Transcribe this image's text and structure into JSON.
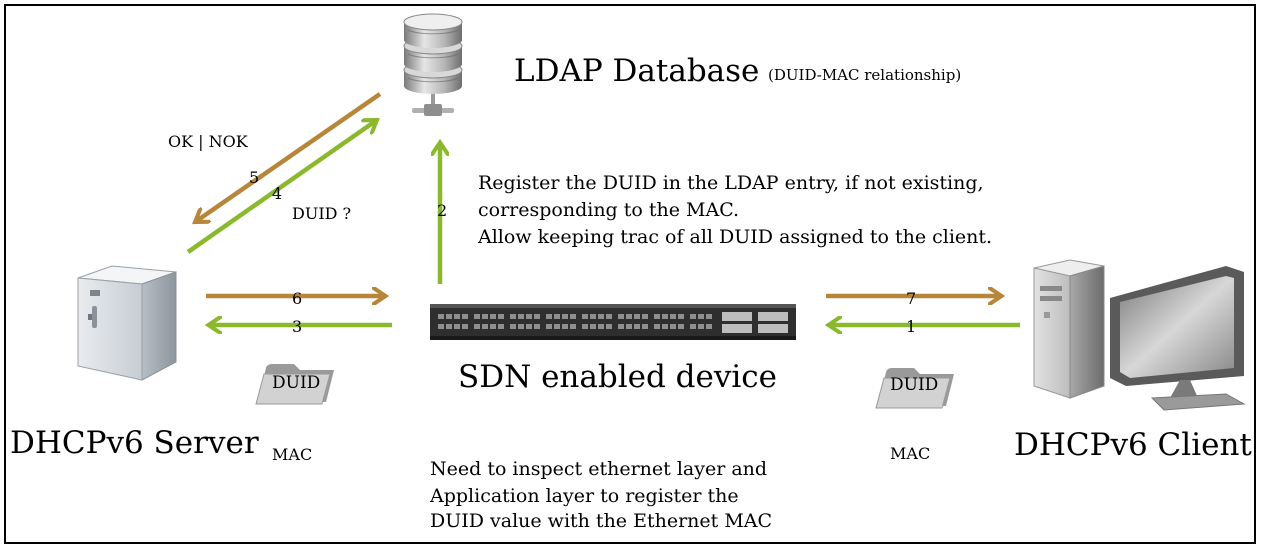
{
  "ldap": {
    "title": "LDAP Database",
    "subtitle": "(DUID-MAC relationship)"
  },
  "arrows": {
    "ok_nok": "OK | NOK",
    "duid_question": "DUID ?",
    "n1": "1",
    "n2": "2",
    "n3": "3",
    "n4": "4",
    "n5": "5",
    "n6": "6",
    "n7": "7"
  },
  "register_note": {
    "line1": "Register the DUID in the LDAP entry, if not existing,",
    "line2": "corresponding to the MAC.",
    "line3": "Allow keeping trac of all DUID assigned to the client."
  },
  "server": {
    "label": "DHCPv6 Server",
    "mac": "MAC",
    "duid": "DUID"
  },
  "device": {
    "label": "SDN enabled device"
  },
  "client": {
    "label": "DHCPv6 Client",
    "mac": "MAC",
    "duid": "DUID"
  },
  "inspect_note": {
    "line1": "Need to inspect ethernet layer and",
    "line2": "Application layer to register the",
    "line3": "DUID value with the Ethernet MAC"
  },
  "colors": {
    "orange": "#b8863a",
    "green": "#8ab92e"
  }
}
